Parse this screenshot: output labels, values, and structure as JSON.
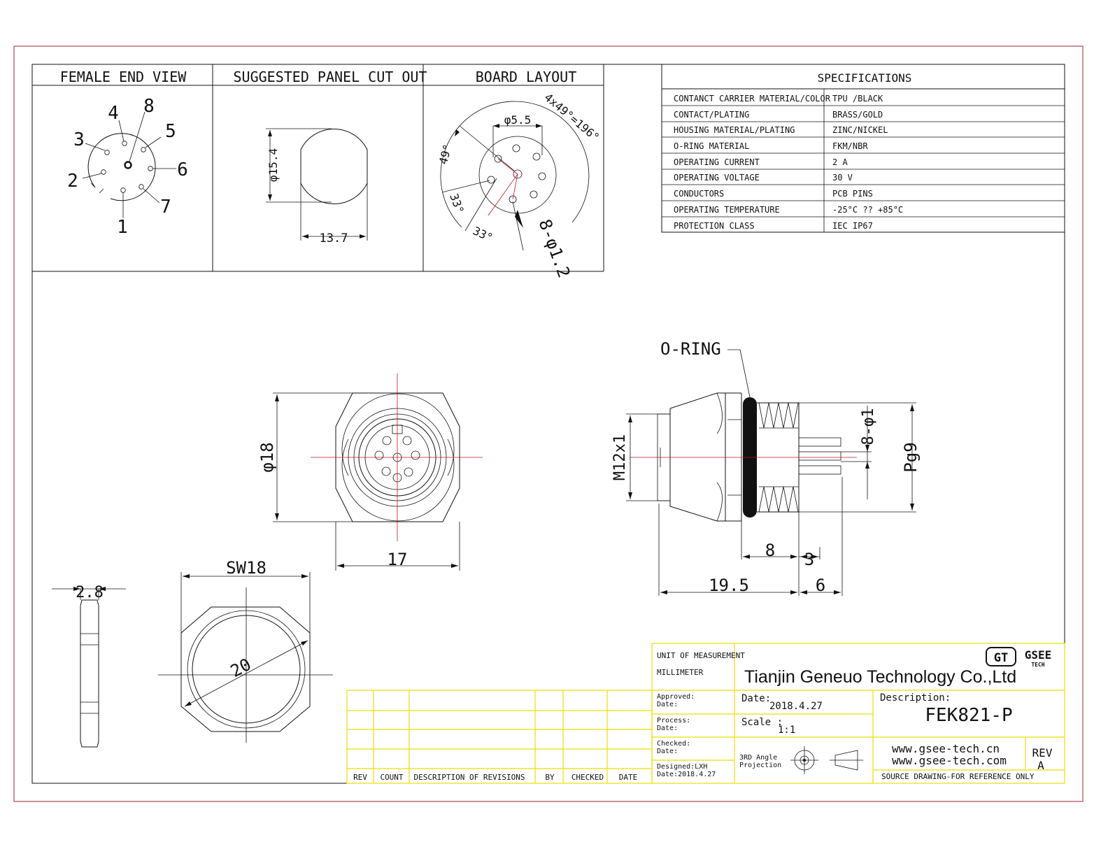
{
  "views": {
    "female_end_view": "FEMALE END VIEW",
    "panel_cut_out": "SUGGESTED PANEL CUT OUT",
    "board_layout": "BOARD  LAYOUT"
  },
  "pin_numbers": [
    "1",
    "2",
    "3",
    "4",
    "5",
    "6",
    "7",
    "8"
  ],
  "cutout_dims": {
    "height": "φ15.4",
    "width": "13.7"
  },
  "board_dims": {
    "center_circle": "φ5.5",
    "pattern": "4x49°=196°",
    "angle_a": "49°",
    "angle_b": "33°",
    "angle_c": "33°",
    "holes": "8-φ1.2"
  },
  "front_view_dims": {
    "diameter": "φ18",
    "width": "17"
  },
  "side_view": {
    "oring_label": "O-RING",
    "thread": "M12x1",
    "pg": "Pg9",
    "pins": "8-φ1",
    "d8": "8",
    "d3": "3",
    "d19_5": "19.5",
    "d6": "6"
  },
  "nut_view": {
    "thickness": "2.8",
    "sw": "SW18",
    "diameter": "20"
  },
  "specifications": {
    "title": "SPECIFICATIONS",
    "rows": [
      {
        "label": "CONTANCT CARRIER MATERIAL/COLOR",
        "value": "TPU /BLACK"
      },
      {
        "label": "CONTACT/PLATING",
        "value": "BRASS/GOLD"
      },
      {
        "label": "HOUSING MATERIAL/PLATING",
        "value": "ZINC/NICKEL"
      },
      {
        "label": "O-RING  MATERIAL",
        "value": "FKM/NBR"
      },
      {
        "label": "OPERATING CURRENT",
        "value": "2 A"
      },
      {
        "label": "OPERATING VOLTAGE",
        "value": "30 V"
      },
      {
        "label": "CONDUCTORS",
        "value": "PCB PINS"
      },
      {
        "label": "OPERATING TEMPERATURE",
        "value": "-25°C ?? +85°C"
      },
      {
        "label": "PROTECTION CLASS",
        "value": "IEC  IP67"
      }
    ]
  },
  "revisions": {
    "headers": [
      "REV",
      "COUNT",
      "DESCRIPTION  OF  REVISIONS",
      "BY",
      "CHECKED",
      "DATE"
    ]
  },
  "title_block": {
    "unit_label": "UNIT OF MEASUREMENT",
    "unit_value": "MILLIMETER",
    "company": "Tianjin Geneuo Technology Co.,Ltd",
    "logo_mark": "GT",
    "logo_text": "GSEE",
    "logo_sub": "TECH",
    "approved": "Approved:",
    "approved_date": "Date:",
    "process": "Process:",
    "process_date": "Date:",
    "checked": "Checked:",
    "checked_date": "Date:",
    "designed": "Designed:LXH",
    "designed_date": "Date:2018.4.27",
    "date_label": "Date:",
    "date_value": "2018.4.27",
    "scale_label": "Scale :",
    "scale_value": "1:1",
    "projection_1": "3RD Angle",
    "projection_2": "Projection",
    "description_label": "Description:",
    "description_value": "FEK821-P",
    "url_1": "www.gsee-tech.cn",
    "url_2": "www.gsee-tech.com",
    "rev_label": "REV",
    "rev_value": "A",
    "note": "SOURCE DRAWING-FOR REFERENCE ONLY"
  }
}
